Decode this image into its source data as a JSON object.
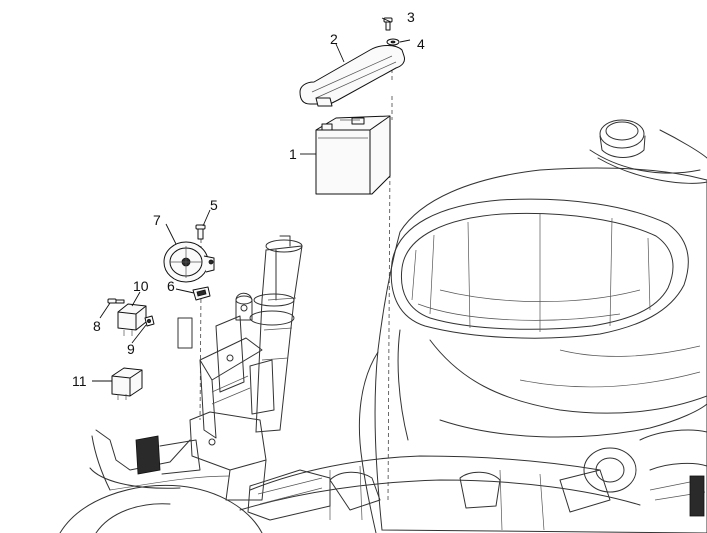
{
  "callouts": [
    {
      "id": 1,
      "text": "1"
    },
    {
      "id": 2,
      "text": "2"
    },
    {
      "id": 3,
      "text": "3"
    },
    {
      "id": 4,
      "text": "4"
    },
    {
      "id": 5,
      "text": "5"
    },
    {
      "id": 6,
      "text": "6"
    },
    {
      "id": 7,
      "text": "7"
    },
    {
      "id": 8,
      "text": "8"
    },
    {
      "id": 9,
      "text": "9"
    },
    {
      "id": 10,
      "text": "10"
    },
    {
      "id": 11,
      "text": "11"
    }
  ]
}
